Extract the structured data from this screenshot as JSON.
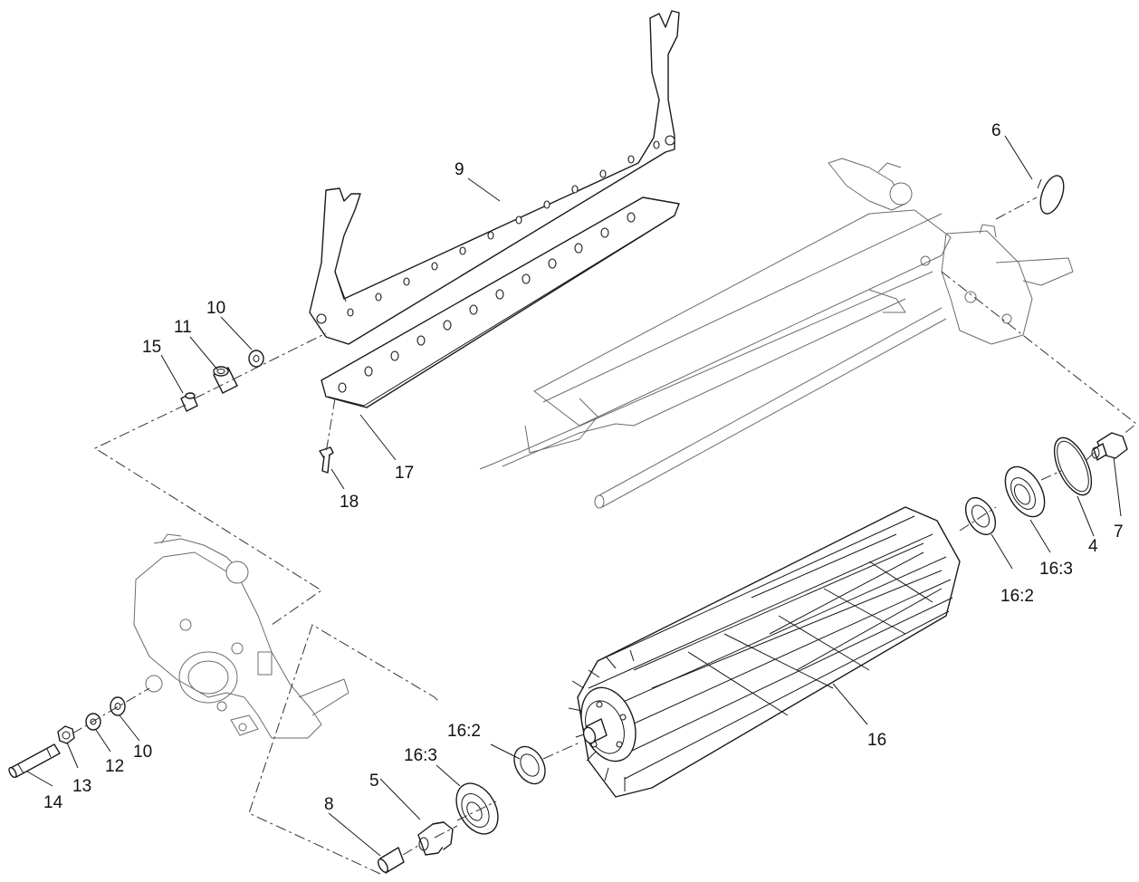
{
  "callouts": {
    "c9": "9",
    "c6": "6",
    "c10_top": "10",
    "c11": "11",
    "c15": "15",
    "c17": "17",
    "c18": "18",
    "c7": "7",
    "c4": "4",
    "c16_3_right": "16:3",
    "c16_2_right": "16:2",
    "c16": "16",
    "c16_2_left": "16:2",
    "c16_3_left": "16:3",
    "c5": "5",
    "c8": "8",
    "c10_bottom": "10",
    "c12": "12",
    "c13": "13",
    "c14": "14"
  }
}
